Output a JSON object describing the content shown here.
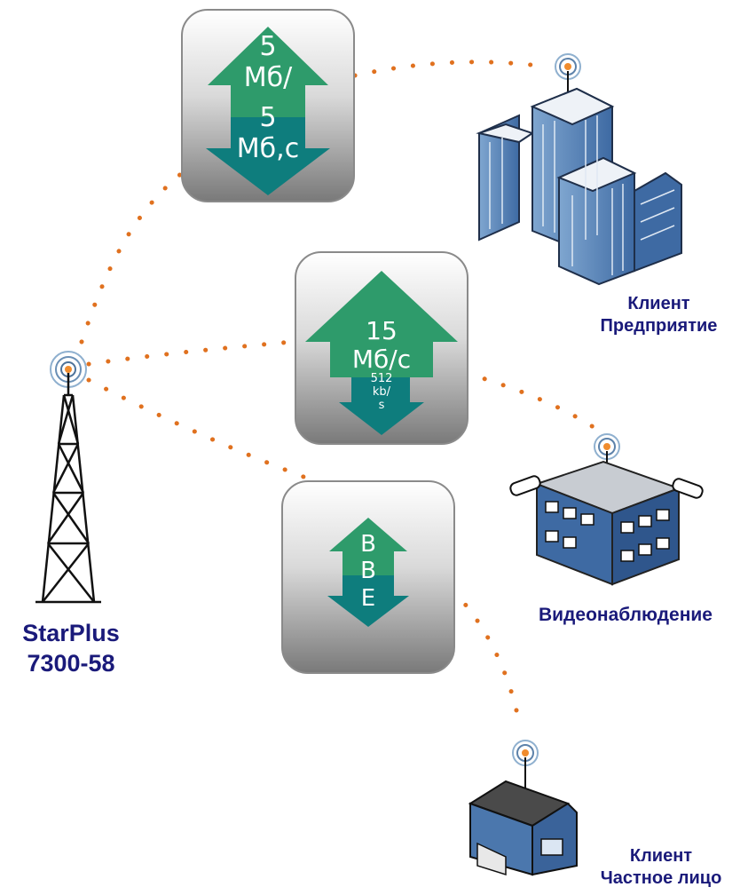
{
  "colors": {
    "dots": "#e0711f",
    "label": "#1a1a7a",
    "arrow_up": "#2e9b6b",
    "arrow_down": "#0e7d7d",
    "card_border": "#8a8a8a"
  },
  "tower": {
    "label_line1": "StarPlus",
    "label_line2": "7300-58",
    "icon": "radio-tower-icon"
  },
  "links": [
    {
      "up_line1": "5",
      "up_line2": "Мб/",
      "down_line1": "5",
      "down_line2": "Мб,с"
    },
    {
      "up_line1": "15",
      "up_line2": "Мб/с",
      "down_line1": "512",
      "down_line2": "kb/",
      "down_line3": "s"
    },
    {
      "up_line1": "В",
      "up_line2": "В",
      "down_line1": "Е"
    }
  ],
  "clients": [
    {
      "line1": "Клиент",
      "line2": "Предприятие",
      "icon": "office-buildings-icon"
    },
    {
      "line1": "Видеонаблюдение",
      "icon": "surveillance-building-icon"
    },
    {
      "line1": "Клиент",
      "line2": "Частное лицо",
      "icon": "house-icon"
    }
  ]
}
